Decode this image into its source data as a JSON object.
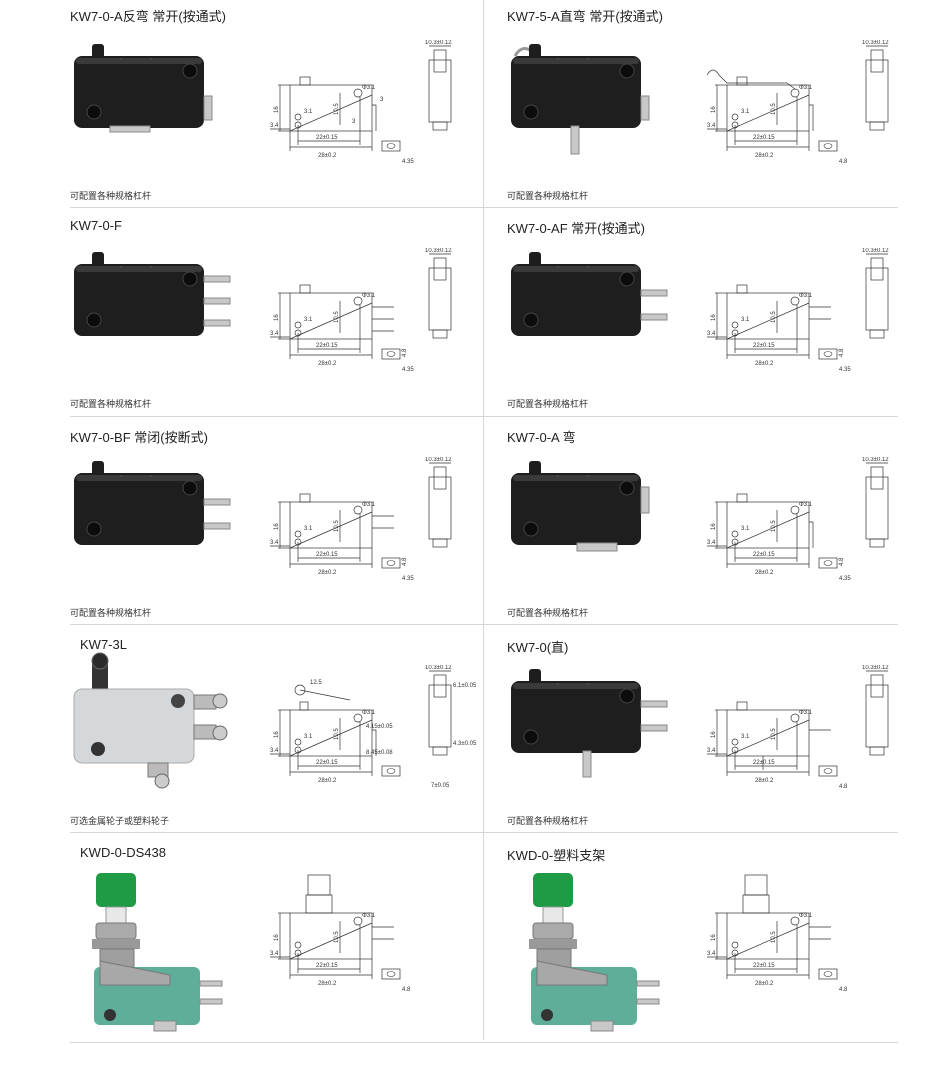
{
  "products": [
    {
      "title": "KW7-0-A反弯 常开(按通式)",
      "note": "可配置各种规格杠杆",
      "variant": "reverse-bent",
      "case": "black",
      "dims": {
        "d1": "Φ3.1",
        "d2": "16",
        "d3": "3.1",
        "d4": "10.5",
        "d5": "3",
        "d6": "3",
        "d7": "3.4",
        "d8": "22±0.15",
        "d9": "28±0.2",
        "d10": "4.35",
        "d11": "10.3±0.12"
      }
    },
    {
      "title": "KW7-5-A直弯 常开(按通式)",
      "note": "可配置各种规格杠杆",
      "variant": "straight-lever",
      "case": "black",
      "dims": {
        "d1": "Φ3.1",
        "d2": "16",
        "d3": "3.1",
        "d4": "10.5",
        "d7": "3.4",
        "d8": "22±0.15",
        "d9": "28±0.2",
        "d10": "4.8",
        "d11": "10.3±0.12"
      }
    },
    {
      "title": "KW7-0-F",
      "note": "可配置各种规格杠杆",
      "variant": "three-pin",
      "case": "black",
      "dims": {
        "d1": "Φ3.1",
        "d2": "16",
        "d3": "3.1",
        "d4": "10.5",
        "d7": "3.4",
        "d8": "22±0.15",
        "d9": "28±0.2",
        "d10": "4.35",
        "d12": "4.8",
        "d11": "10.3±0.12"
      }
    },
    {
      "title": "KW7-0-AF 常开(按通式)",
      "note": "可配置各种规格杠杆",
      "variant": "two-pin",
      "case": "black",
      "dims": {
        "d1": "Φ3.1",
        "d2": "16",
        "d3": "3.1",
        "d4": "10.5",
        "d7": "3.4",
        "d8": "22±0.15",
        "d9": "28±0.2",
        "d10": "4.35",
        "d12": "4.8",
        "d11": "10.3±0.12"
      }
    },
    {
      "title": "KW7-0-BF 常闭(按断式)",
      "note": "可配置各种规格杠杆",
      "variant": "two-pin",
      "case": "black",
      "dims": {
        "d1": "Φ3.1",
        "d2": "16",
        "d3": "3.1",
        "d4": "10.5",
        "d7": "3.4",
        "d8": "22±0.15",
        "d9": "28±0.2",
        "d10": "4.35",
        "d12": "4.8",
        "d11": "10.3±0.12"
      }
    },
    {
      "title": "KW7-0-A 弯",
      "note": "可配置各种规格杠杆",
      "variant": "bent",
      "case": "black",
      "dims": {
        "d1": "Φ3.1",
        "d2": "16",
        "d3": "3.1",
        "d4": "10.5",
        "d7": "3.4",
        "d8": "22±0.15",
        "d9": "28±0.2",
        "d10": "4.35",
        "d12": "4.8",
        "d11": "10.3±0.12"
      }
    },
    {
      "title": "KW7-3L",
      "note": "可选金属轮子或塑料轮子",
      "variant": "roller",
      "case": "grey",
      "dims": {
        "d13": "12.5",
        "d1": "Φ3.1",
        "d14": "4.15±0.05",
        "d2": "16",
        "d3": "3.1",
        "d4": "10.5",
        "d7": "3.4",
        "d8": "22±0.15",
        "d9": "28±0.2",
        "d15": "8.45±0.08",
        "d11": "10.3±0.12",
        "d16": "6.1±0.05",
        "d17": "4.3±0.05",
        "d18": "7±0.05"
      }
    },
    {
      "title": "KW7-0(直)",
      "note": "可配置各种规格杠杆",
      "variant": "straight",
      "case": "black",
      "dims": {
        "d1": "Φ3.1",
        "d2": "16",
        "d3": "3.1",
        "d4": "10.5",
        "d7": "3.4",
        "d8": "22±0.15",
        "d9": "28±0.2",
        "d10": "4.8",
        "d11": "10.3±0.12"
      }
    },
    {
      "title": "KWD-0-DS438",
      "note": "",
      "variant": "push",
      "case": "green",
      "dims": {
        "d1": "Φ3.1",
        "d2": "16",
        "d4": "10.5",
        "d7": "3.4",
        "d8": "22±0.15",
        "d9": "28±0.2",
        "d10": "4.8"
      }
    },
    {
      "title": "KWD-0-塑料支架",
      "note": "",
      "variant": "push-plastic",
      "case": "green",
      "dims": {
        "d1": "Φ3.1",
        "d2": "16",
        "d4": "10.5",
        "d7": "3.4",
        "d8": "22±0.15",
        "d9": "28±0.2",
        "d10": "4.8"
      }
    }
  ],
  "colors": {
    "black_case": "#1e1e1e",
    "grey_case": "#d5d8da",
    "green_case": "#5fae9a",
    "green_cap": "#1f9a45",
    "line": "#d6d6d6",
    "drawing": "#333333"
  }
}
